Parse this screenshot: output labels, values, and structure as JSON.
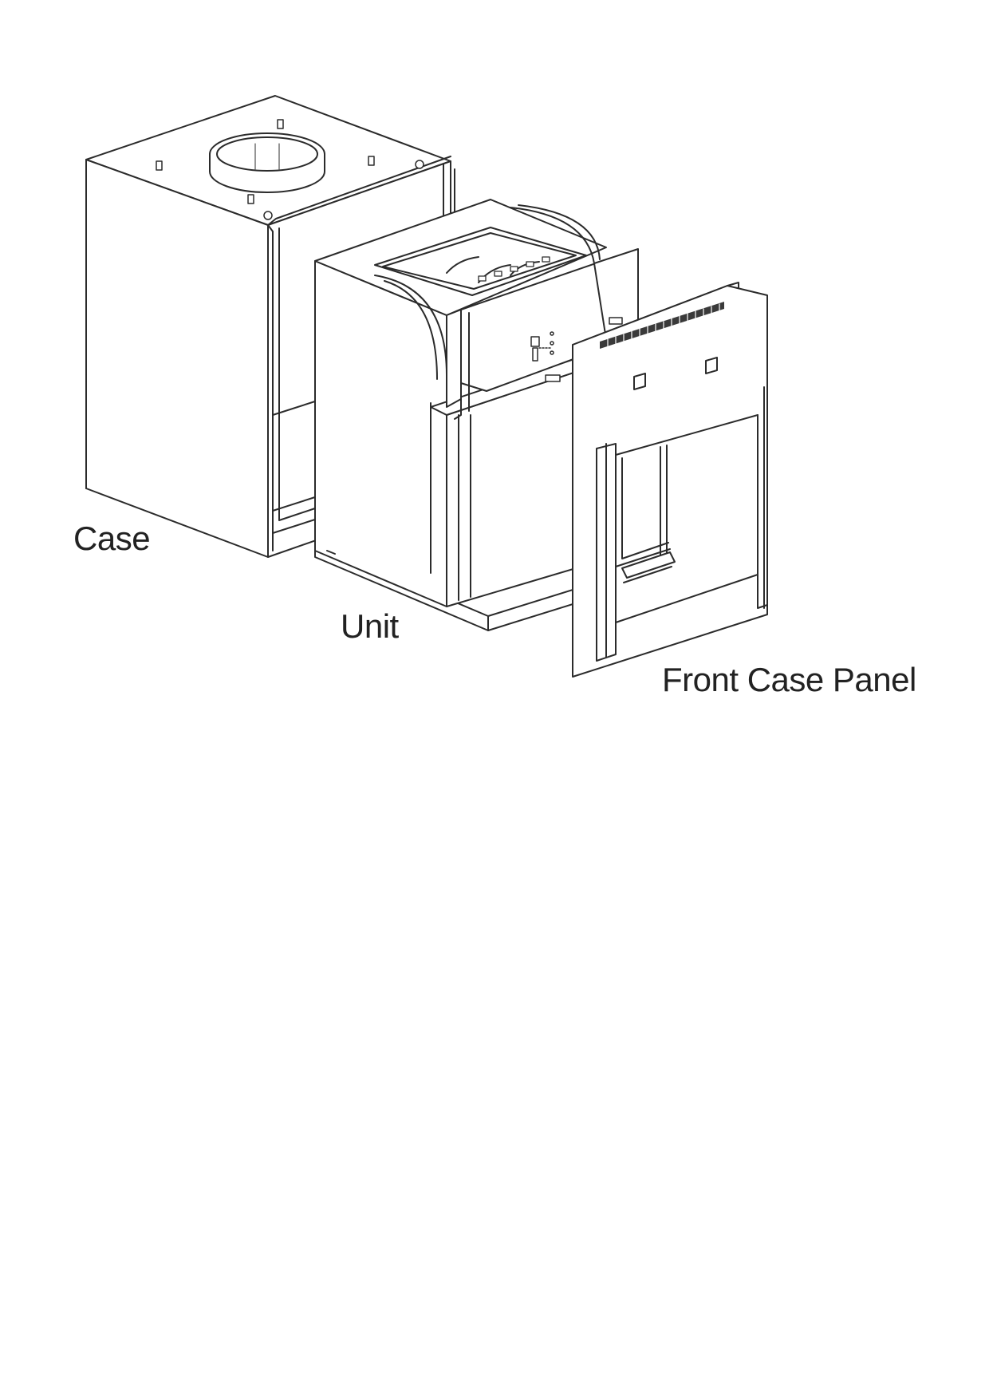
{
  "labels": {
    "case": "Case",
    "unit": "Unit",
    "front_case_panel": "Front Case Panel"
  },
  "colors": {
    "line": "#2b2b2b",
    "fill": "#ffffff",
    "vent": "#3a3a3a"
  },
  "parts": [
    "case",
    "unit",
    "front-case-panel"
  ]
}
